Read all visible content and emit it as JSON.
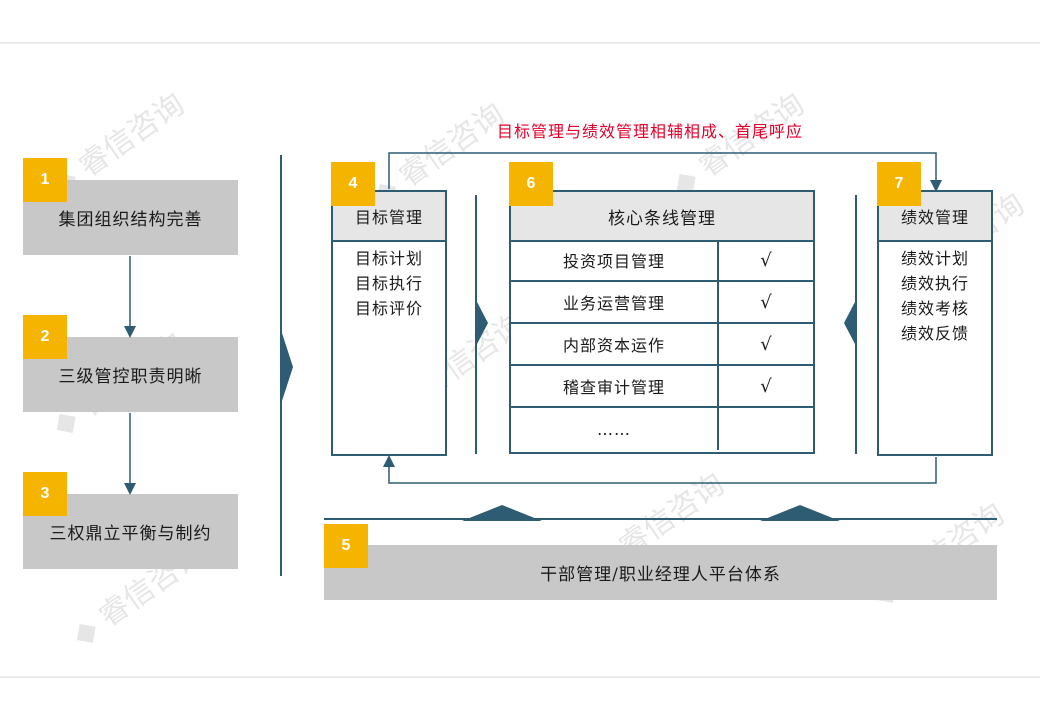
{
  "diagram_title": "目标管理与绩效管理相辅相成、首尾呼应",
  "left_steps": [
    {
      "number": "1",
      "label": "集团组织结构完善"
    },
    {
      "number": "2",
      "label": "三级管控职责明晰"
    },
    {
      "number": "3",
      "label": "三权鼎立平衡与制约"
    }
  ],
  "target_mgmt": {
    "number": "4",
    "title": "目标管理",
    "items": [
      "目标计划",
      "目标执行",
      "目标评价"
    ]
  },
  "core_mgmt": {
    "number": "6",
    "title": "核心条线管理",
    "rows": [
      {
        "name": "投资项目管理",
        "mark": "√"
      },
      {
        "name": "业务运营管理",
        "mark": "√"
      },
      {
        "name": "内部资本运作",
        "mark": "√"
      },
      {
        "name": "稽查审计管理",
        "mark": "√"
      },
      {
        "name": "……",
        "mark": ""
      }
    ]
  },
  "performance_mgmt": {
    "number": "7",
    "title": "绩效管理",
    "items": [
      "绩效计划",
      "绩效执行",
      "绩效考核",
      "绩效反馈"
    ]
  },
  "platform": {
    "number": "5",
    "label": "干部管理/职业经理人平台体系"
  },
  "watermark_text": "睿信咨询",
  "colors": {
    "accent_line": "#2d5c73",
    "badge": "#f5b400",
    "title_red": "#e0002a",
    "box_gray": "#c8c8c8"
  }
}
